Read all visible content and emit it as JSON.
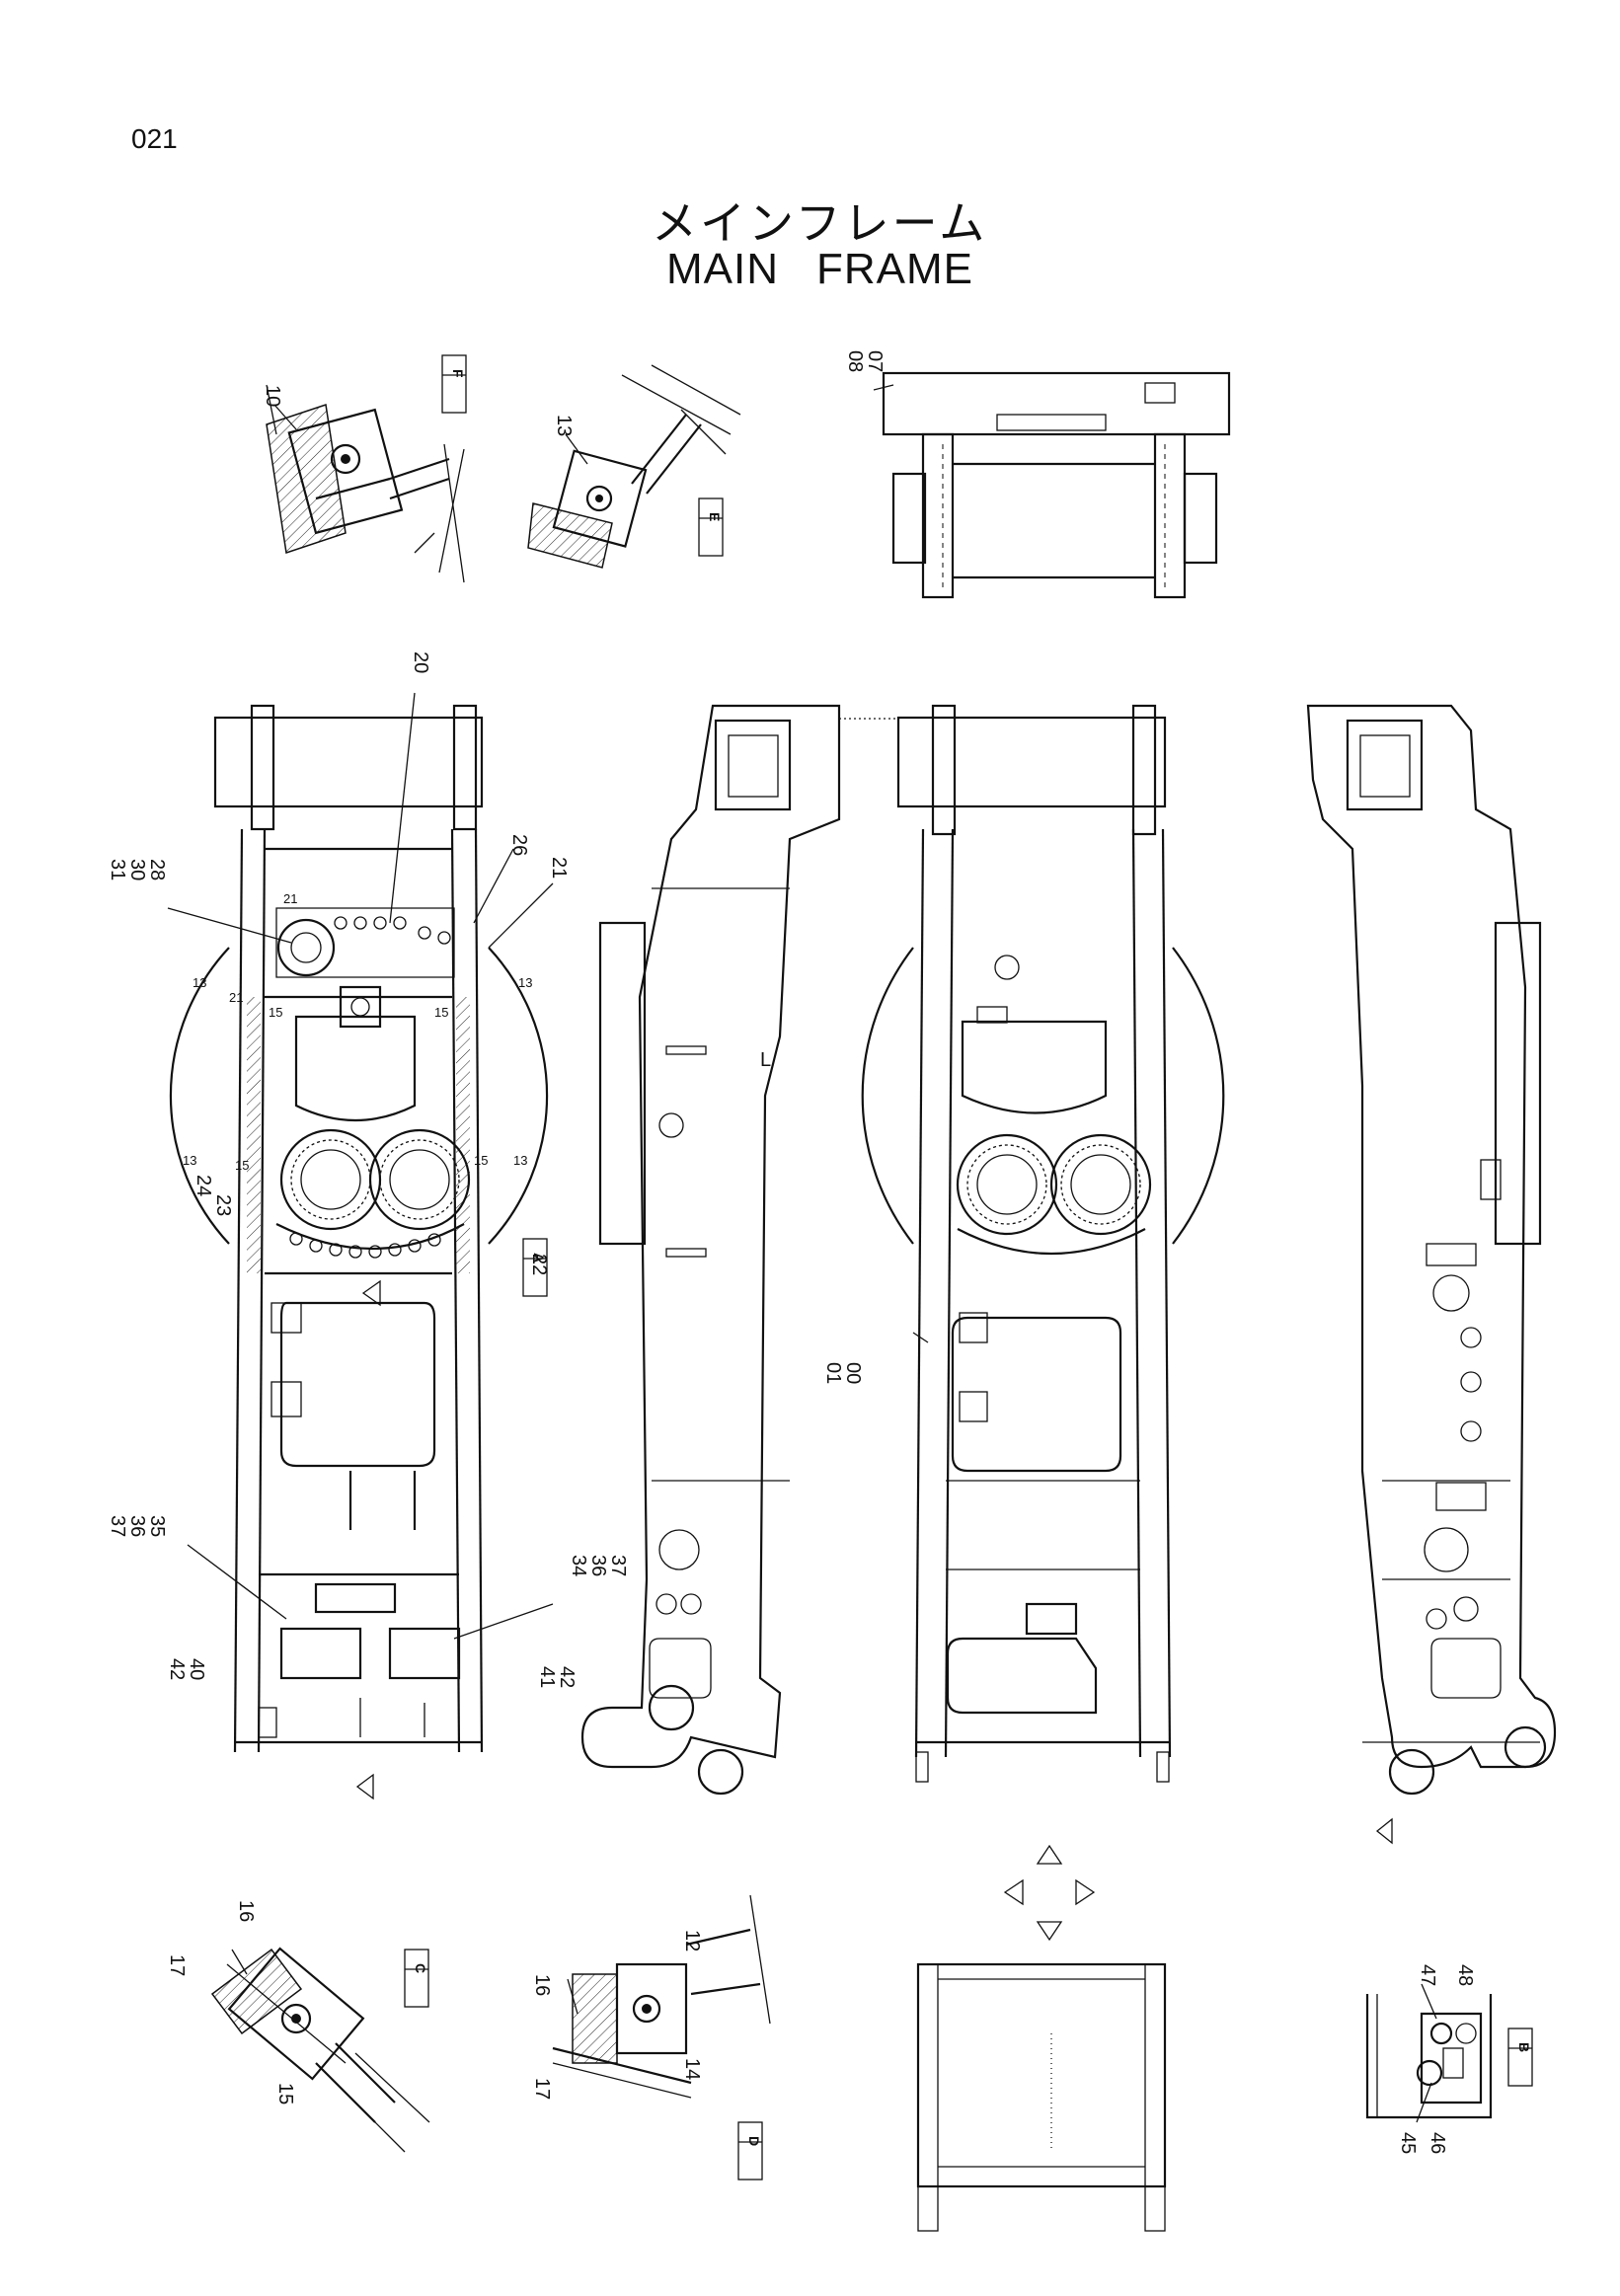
{
  "page": {
    "number": "021"
  },
  "title": {
    "japanese": "メインフレーム",
    "english_1": "MAIN",
    "english_2": "FRAME"
  },
  "part_numbers": [
    "00",
    "01",
    "07",
    "08",
    "10",
    "12",
    "13",
    "14",
    "15",
    "16",
    "17",
    "20",
    "21",
    "22",
    "23",
    "24",
    "26",
    "28",
    "30",
    "31",
    "34",
    "35",
    "36",
    "37",
    "40",
    "41",
    "42",
    "45",
    "46",
    "47",
    "48"
  ],
  "section_labels": [
    "A",
    "B",
    "C",
    "D",
    "E",
    "F"
  ],
  "frame_marks": [
    "L"
  ]
}
